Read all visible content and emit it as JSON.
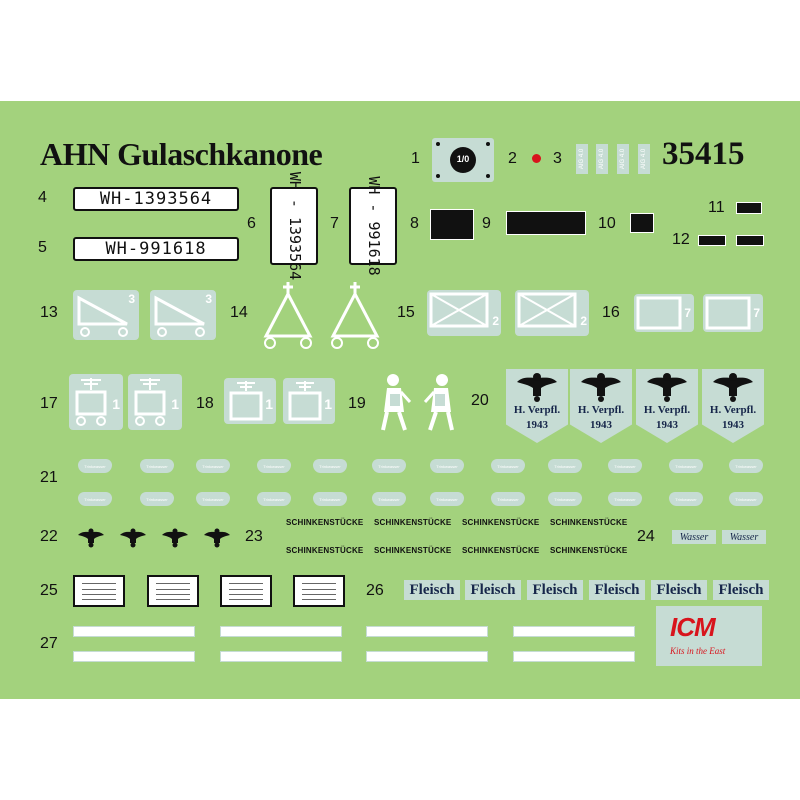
{
  "sheet": {
    "title": "AHN Gulaschkanone",
    "code": "35415",
    "background": "#a3d27d",
    "decal_pale": "#c6dcd4"
  },
  "labels": [
    "1",
    "2",
    "3",
    "4",
    "5",
    "6",
    "7",
    "8",
    "9",
    "10",
    "11",
    "12",
    "13",
    "14",
    "15",
    "16",
    "17",
    "18",
    "19",
    "20",
    "21",
    "22",
    "23",
    "24",
    "25",
    "26",
    "27"
  ],
  "plates": {
    "p4": "WH-1393564",
    "p5": "WH-991618",
    "p6": "WH - 1393564",
    "p7": "WH - 991618"
  },
  "decals": {
    "item1_text": "1/0",
    "item3_text": "AIG 4.0",
    "item13_number": "3",
    "item15_number": "2",
    "item16_number": "7",
    "item17_number": "1",
    "item18_number": "1",
    "eagle_line1": "H. Verpfl.",
    "eagle_line2": "1943",
    "item21_text": "Trinkwasser",
    "schinken": "SCHINKENSTÜCKE",
    "wasser": "Wasser",
    "fleisch": "Fleisch"
  },
  "logo": {
    "name": "ICM",
    "tagline": "Kits in the East",
    "color": "#d8141c"
  }
}
